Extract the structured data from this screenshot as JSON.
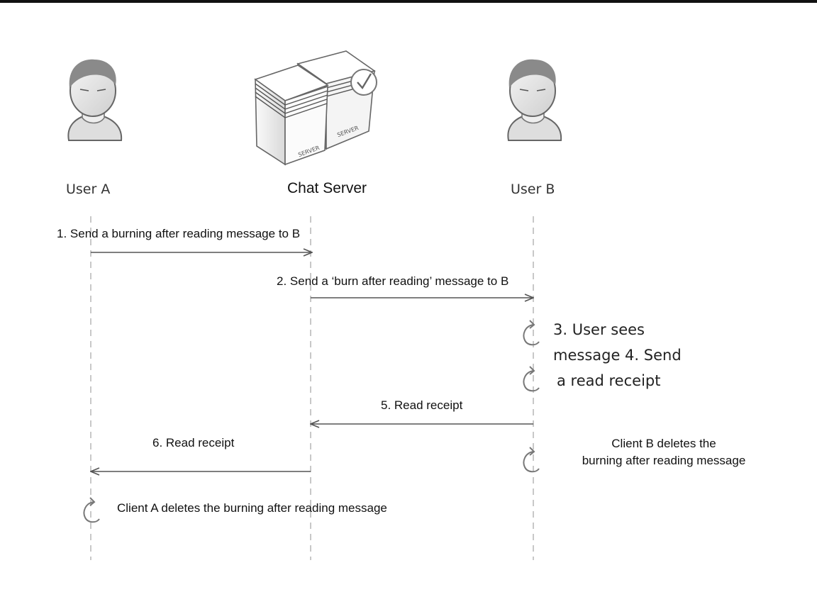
{
  "actors": {
    "user_a": "User A",
    "server": "Chat Server",
    "user_b": "User B"
  },
  "server_tags": {
    "left": "SERVER",
    "right": "SERVER"
  },
  "messages": [
    "1. Send a burning after reading message to B",
    "2. Send a ‘burn after reading’ message to B",
    "5. Read receipt",
    "6. Read receipt"
  ],
  "notes": {
    "user_b_actions_line1": "3. User sees",
    "user_b_actions_line2": "message 4. Send",
    "user_b_actions_line3": "a read receipt",
    "client_b_delete_line1": "Client B deletes the",
    "client_b_delete_line2": "burning after reading message",
    "client_a_delete": "Client A deletes the burning after reading message"
  },
  "icons": {
    "user_a": "user-icon",
    "server": "server-icon",
    "user_b": "user-icon",
    "self_loop": "refresh-arrow-icon",
    "check": "check-icon"
  },
  "colors": {
    "lifeline": "#bbbbbb",
    "arrow": "#555555",
    "icon": "#777777"
  }
}
